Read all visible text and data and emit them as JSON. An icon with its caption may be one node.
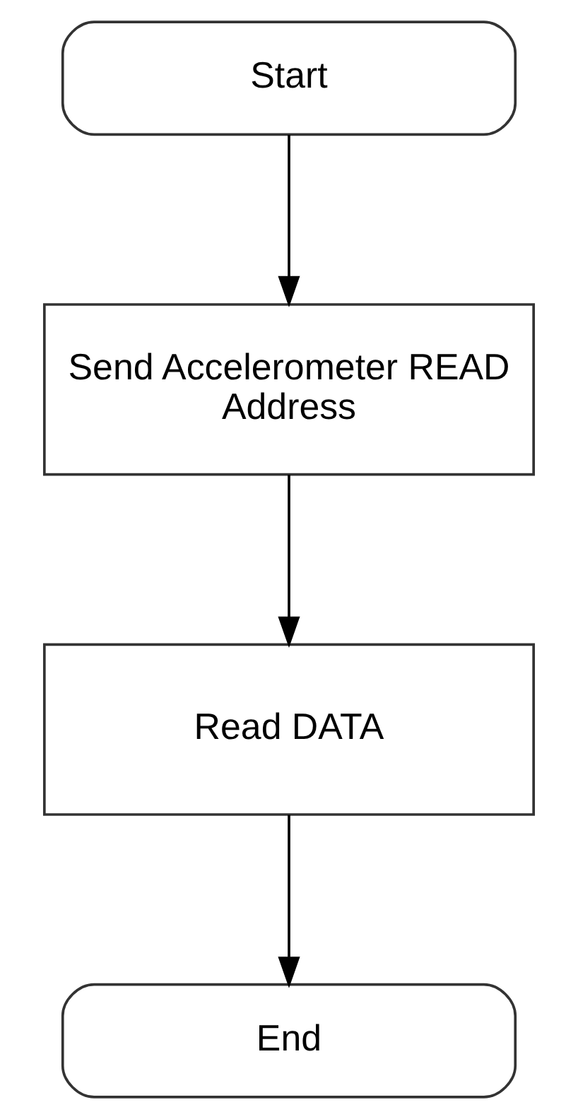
{
  "diagram": {
    "nodes": [
      {
        "text": [
          "Start"
        ]
      },
      {
        "text": [
          "Send Accelerometer READ Address"
        ]
      },
      {
        "text": [
          "Read DATA"
        ]
      },
      {
        "text": [
          "End"
        ]
      }
    ],
    "edges": [
      {
        "from": 0,
        "to": 1,
        "arrow": "to"
      },
      {
        "from": 1,
        "to": 2,
        "arrow": "to"
      },
      {
        "from": 2,
        "to": 3,
        "arrow": "to"
      }
    ]
  }
}
